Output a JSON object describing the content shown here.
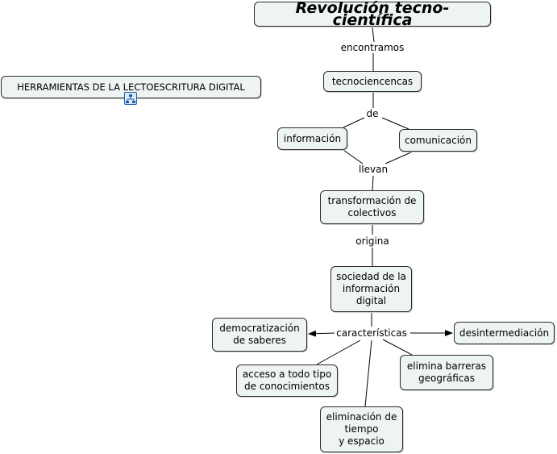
{
  "nodes": {
    "title": "Revolución tecno-científica",
    "herramientas": "HERRAMIENTAS DE LA LECTOESCRITURA DIGITAL",
    "tecnociencias": "tecnociencencas",
    "informacion": "información",
    "comunicacion": "comunicación",
    "transformacion": "transformación de\ncolectivos",
    "sociedad": "sociedad de la\ninformación\ndigital",
    "democratizacion": "democratización\nde saberes",
    "desintermediacion": "desintermediación",
    "acceso": "acceso a todo tipo\nde conocimientos",
    "elimina_barreras": "elimina barreras\ngeográficas",
    "eliminacion": "eliminación de\ntiempo\ny espacio"
  },
  "link_labels": {
    "encontramos": "encontramos",
    "de": "de",
    "llevan": "llevan",
    "origina": "origina",
    "caracteristicas": "características"
  },
  "icons": {
    "linked_map": "concept-map-link-icon"
  },
  "colors": {
    "node_fill": "#eef3f4",
    "border": "#2b2b2b",
    "icon": "#1c5ea8"
  }
}
